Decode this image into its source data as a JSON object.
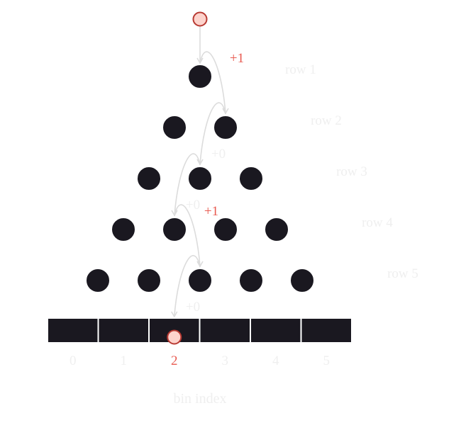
{
  "colors": {
    "peg": "#1a1820",
    "peg_stroke": "#ffffff",
    "ball_fill": "#fdd3cc",
    "ball_stroke": "#b83a33",
    "accent": "#e85a50",
    "path": "#dcdcdc",
    "faint": "#efefef",
    "bin": "#1a1820",
    "bin_divider": "#ffffff"
  },
  "rows": [
    {
      "label": "row 1",
      "pegs": 1
    },
    {
      "label": "row 2",
      "pegs": 2
    },
    {
      "label": "row 3",
      "pegs": 3
    },
    {
      "label": "row 4",
      "pegs": 4
    },
    {
      "label": "row 5",
      "pegs": 5
    }
  ],
  "steps": [
    {
      "text": "+1",
      "highlight": true
    },
    {
      "text": "+0",
      "highlight": false
    },
    {
      "text": "+0",
      "highlight": false
    },
    {
      "text": "+1",
      "highlight": true
    },
    {
      "text": "+0",
      "highlight": false
    }
  ],
  "bins": [
    "0",
    "1",
    "2",
    "3",
    "4",
    "5"
  ],
  "landing_bin": 2,
  "axis_label": "bin index"
}
